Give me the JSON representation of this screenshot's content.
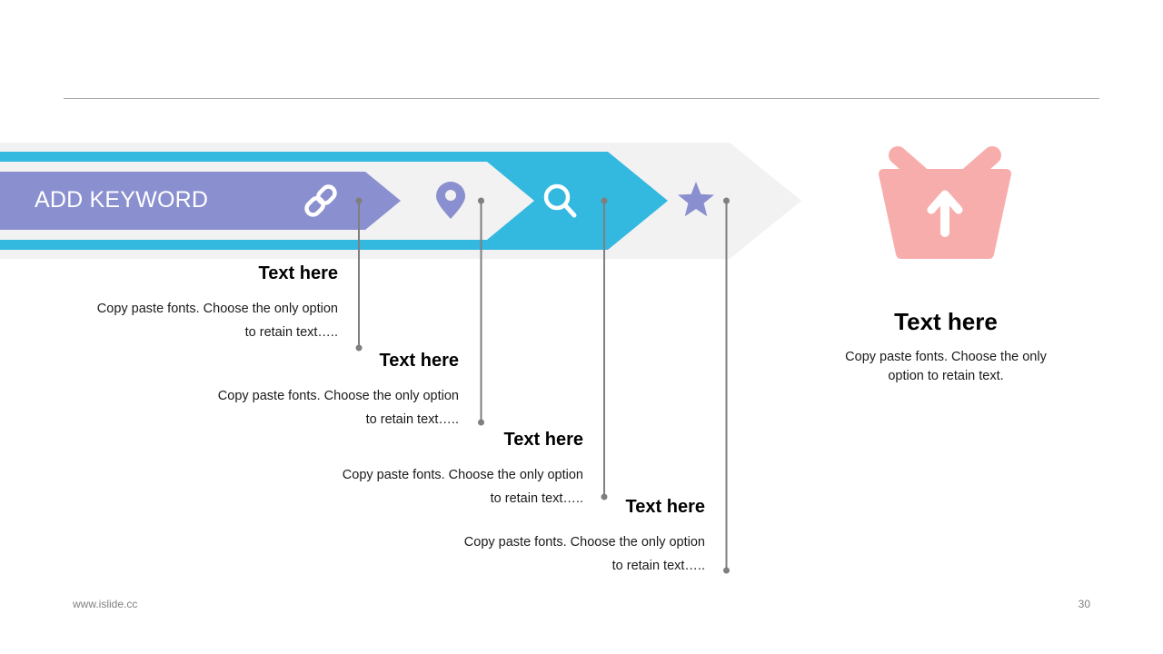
{
  "diagram": {
    "keyword": "ADD KEYWORD",
    "colors": {
      "band": "#f2f2f2",
      "blue": "#33b8e0",
      "purple": "#8a8fcf",
      "basket": "#f8adad",
      "connector": "#7f7f7f"
    },
    "icons": [
      "link-icon",
      "location-pin-icon",
      "search-icon",
      "star-icon",
      "basket-upload-icon"
    ],
    "steps": [
      {
        "title": "Text here",
        "desc_line1": "Copy paste fonts. Choose the only option",
        "desc_line2": "to retain text….."
      },
      {
        "title": "Text here",
        "desc_line1": "Copy paste fonts. Choose the only option",
        "desc_line2": "to retain text….."
      },
      {
        "title": "Text here",
        "desc_line1": "Copy paste fonts. Choose the only option",
        "desc_line2": "to retain text….."
      },
      {
        "title": "Text here",
        "desc_line1": "Copy paste fonts. Choose the only option",
        "desc_line2": "to retain text….."
      }
    ],
    "summary": {
      "title": "Text here",
      "desc_line1": "Copy paste fonts. Choose the only",
      "desc_line2": "option to retain text."
    }
  },
  "footer": {
    "website": "www.islide.cc",
    "page_number": "30"
  }
}
